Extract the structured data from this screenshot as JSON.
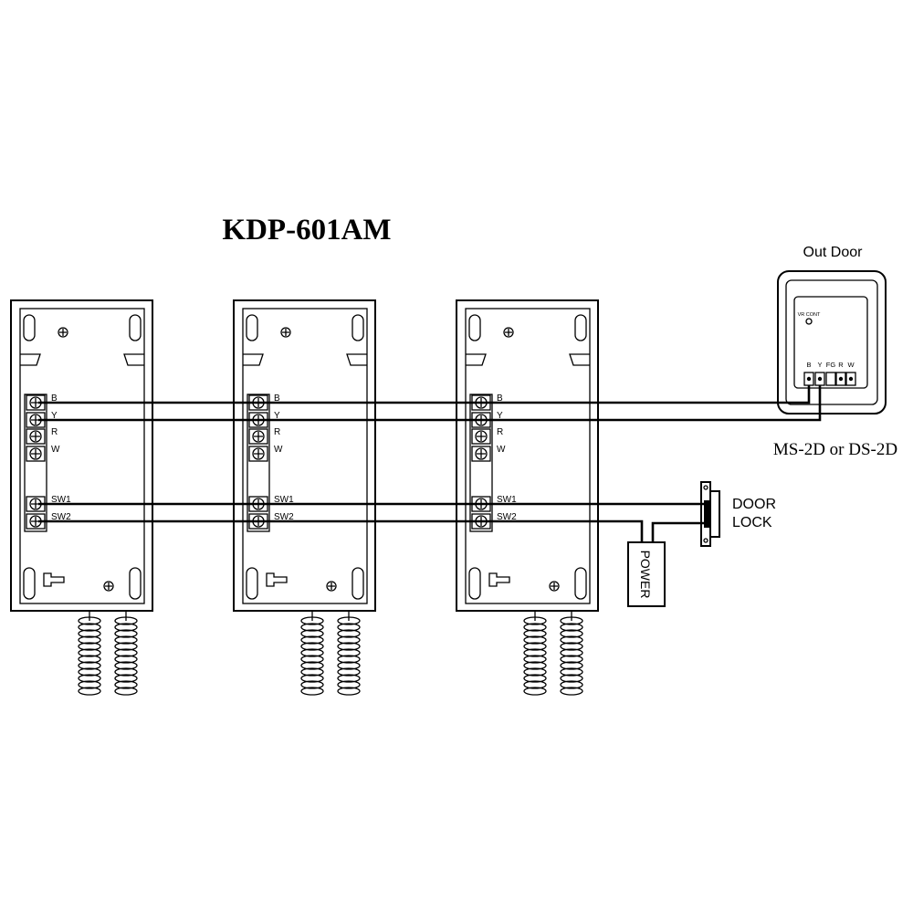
{
  "diagram": {
    "title": "KDP-601AM",
    "outdoor": {
      "caption": "Out Door",
      "vr_label": "VR CONT",
      "terminals": [
        "B",
        "Y",
        "FG",
        "R",
        "W"
      ],
      "model": "MS-2D or DS-2D"
    },
    "monitor_terminals": [
      "B",
      "Y",
      "R",
      "W",
      "SW1",
      "SW2"
    ],
    "door_lock": {
      "line1": "DOOR",
      "line2": "LOCK"
    },
    "power_label": "POWER"
  }
}
